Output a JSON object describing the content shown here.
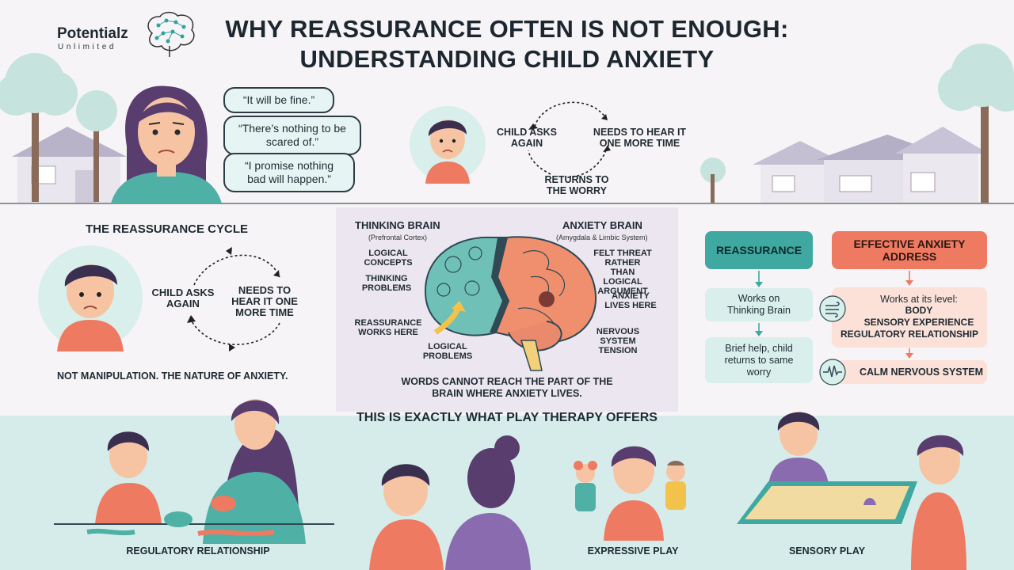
{
  "header": {
    "title_line1": "WHY REASSURANCE OFTEN IS NOT ENOUGH:",
    "title_line2": "UNDERSTANDING CHILD ANXIETY",
    "logo_name": "Potentialz",
    "logo_sub": "Unlimited"
  },
  "quotes": [
    "“It will be fine.”",
    "“There’s nothing to be scared of.”",
    "“I promise nothing bad will happen.”"
  ],
  "top_cycle": {
    "left": "CHILD ASKS AGAIN",
    "right": "NEEDS TO HEAR IT ONE MORE TIME",
    "bottom": "RETURNS TO THE WORRY"
  },
  "reassurance_cycle": {
    "heading": "THE REASSURANCE CYCLE",
    "left": "CHILD ASKS AGAIN",
    "right": "NEEDS TO HEAR IT ONE MORE TIME",
    "footer": "NOT MANIPULATION. THE NATURE OF ANXIETY."
  },
  "brain": {
    "thinking_title": "THINKING BRAIN",
    "thinking_sub": "(Prefrontal Cortex)",
    "anxiety_title": "ANXIETY BRAIN",
    "anxiety_sub": "(Amygdala & Limbic System)",
    "labels_left": [
      "LOGICAL CONCEPTS",
      "THINKING PROBLEMS",
      "REASSURANCE WORKS HERE",
      "LOGICAL PROBLEMS"
    ],
    "labels_right": [
      "FELT THREAT RATHER THAN LOGICAL ARGUMENT",
      "ANXIETY LIVES HERE",
      "NERVOUS SYSTEM TENSION"
    ],
    "caption": "WORDS CANNOT REACH THE PART OF THE BRAIN WHERE ANXIETY LIVES."
  },
  "comparison": {
    "left_header": "REASSURANCE",
    "left_items": [
      "Works on Thinking Brain",
      "Brief help, child returns to same worry"
    ],
    "right_header": "EFFECTIVE ANXIETY ADDRESS",
    "right_item1_title": "Works at its level:",
    "right_item1_lines": [
      "BODY",
      "SENSORY EXPERIENCE",
      "REGULATORY RELATIONSHIP"
    ],
    "right_item2": "CALM NERVOUS SYSTEM",
    "colors": {
      "teal": "#3fa8a0",
      "coral": "#ef7a62"
    }
  },
  "play": {
    "heading": "THIS IS EXACTLY WHAT PLAY THERAPY OFFERS",
    "captions": [
      "REGULATORY RELATIONSHIP",
      "EXPRESSIVE PLAY",
      "SENSORY PLAY"
    ]
  }
}
